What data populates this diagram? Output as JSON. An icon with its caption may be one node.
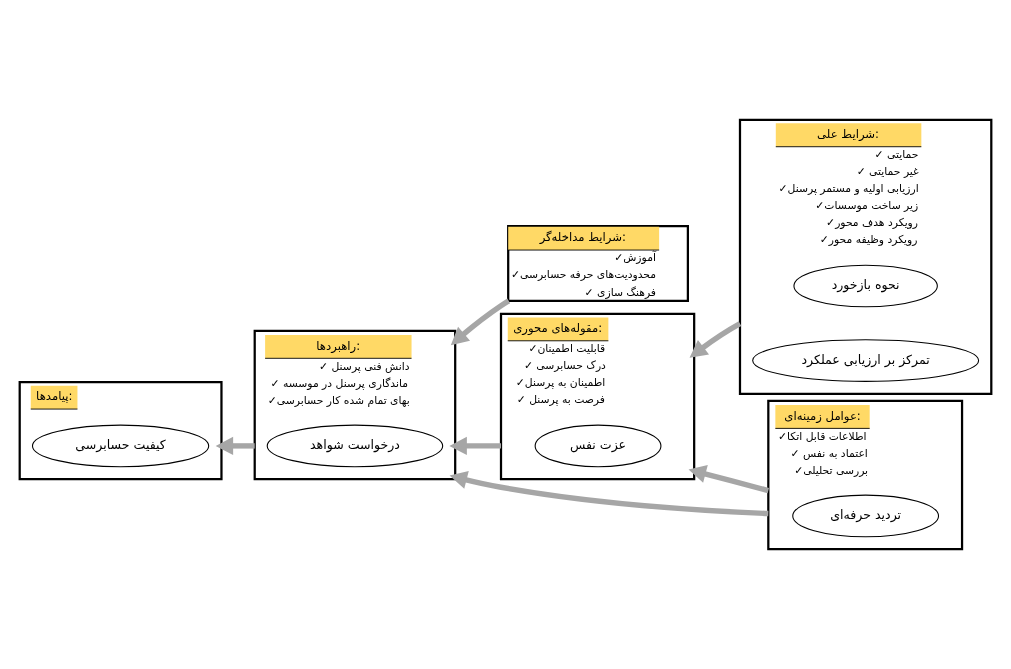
{
  "diagram": {
    "nodes": [
      {
        "text": [
          "شرایط مداخله‌گر:",
          "✓آموزش",
          "✓محدودیت‌های حرفه حسابرسی",
          "✓ فرهنگ سازی"
        ]
      },
      {
        "text": [
          "پیامدها:"
        ]
      },
      {
        "text": [
          "کیفیت حسابرسی"
        ],
        "in": 1
      },
      {
        "text": [
          "راهبردها:",
          "✓ دانش فنی پرسنل",
          "✓ ماندگاری پرسنل در موسسه",
          "✓بهای تمام شده کار حسابرسی"
        ]
      },
      {
        "text": [
          "درخواست شواهد"
        ],
        "in": 3
      },
      {
        "text": [
          "مقوله‌های محوری:",
          "✓قابلیت اطمینان",
          "✓ درک حسابرسی",
          "✓اطمینان به پرسنل",
          "✓ فرصت به پرسنل"
        ]
      },
      {
        "text": [
          "عزت نفس"
        ],
        "in": 5
      },
      {
        "text": [
          "شرایط علی:",
          "✓ حمایتی",
          "✓ غیر حمایتی",
          "✓ارزیابی اولیه و مستمر پرسنل",
          "✓زیر ساخت موسسات",
          "✓رویکرد هدف محور",
          "✓رویکرد وظیفه محور"
        ]
      },
      {
        "text": [
          "نحوه بازخورد"
        ],
        "in": 7
      },
      {
        "text": [
          "تمرکز بر ارزیابی عملکرد"
        ],
        "in": 7
      },
      {
        "text": [
          "عوامل زمینه‌ای:",
          "✓اطلاعات قابل اتکا",
          "✓ اعتماد به نفس",
          "✓بررسی تحلیلی"
        ]
      },
      {
        "text": [
          "تردید حرفه‌ای"
        ],
        "in": 10
      }
    ],
    "edges": [
      {
        "from": 0,
        "to": 3,
        "arrow": "to"
      },
      {
        "from": 7,
        "to": 5,
        "arrow": "to"
      },
      {
        "from": 5,
        "to": 3,
        "arrow": "to"
      },
      {
        "from": 3,
        "to": 1,
        "arrow": "to"
      },
      {
        "from": 10,
        "to": 5,
        "arrow": "to"
      },
      {
        "from": 10,
        "to": 3,
        "arrow": "to"
      }
    ]
  }
}
